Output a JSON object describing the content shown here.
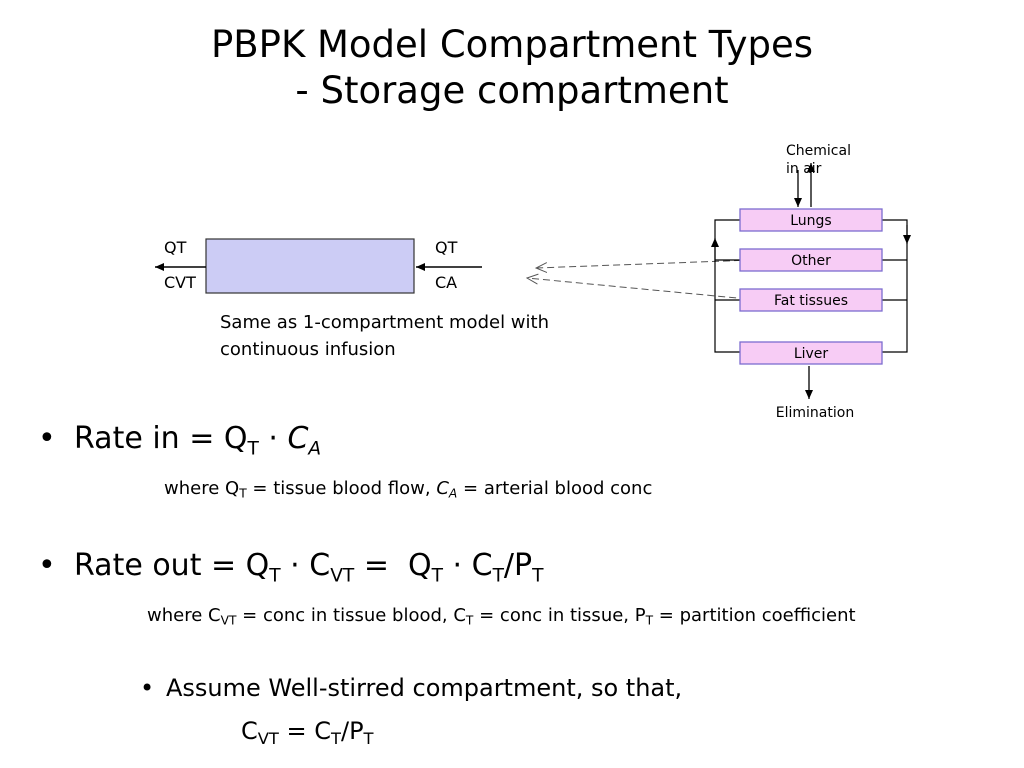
{
  "title": {
    "line1": "PBPK Model Compartment Types",
    "line2": "- Storage compartment"
  },
  "compartment": {
    "fill_color": "#ccccf5",
    "qt_left": "QT",
    "cvt": "CVT",
    "qt_right": "QT",
    "ca": "CA"
  },
  "note": {
    "line1": "Same as 1-compartment model with",
    "line2": "continuous infusion"
  },
  "pbpk": {
    "organ_fill": "#f7ccf5",
    "organ_border": "#7c6cd0",
    "chemical_line1": "Chemical",
    "chemical_line2": "in air",
    "organs": [
      "Lungs",
      "Other",
      "Fat tissues",
      "Liver"
    ],
    "elimination": "Elimination"
  },
  "bullets": {
    "marker": "•",
    "rate_in": {
      "prefix": "Rate in = Q",
      "sub_t": "T",
      "dot": " · ",
      "c": "C",
      "sub_a": "A"
    },
    "rate_in_where": {
      "p1": "where Q",
      "s1": "T",
      "p2": " = tissue blood flow, ",
      "c": "C",
      "s2": "A",
      "p3": " = arterial blood conc"
    },
    "rate_out": {
      "prefix": "Rate out = Q",
      "s1": "T",
      "dot1": " · C",
      "s2": "VT",
      "eq": " =  Q",
      "s3": "T",
      "dot2": " · C",
      "s4": "T",
      "slash": "/P",
      "s5": "T"
    },
    "rate_out_where": {
      "p1": "where C",
      "s1": "VT",
      "p2": " = conc in tissue blood, C",
      "s2": "T",
      "p3": " = conc in tissue, P",
      "s3": "T",
      "p4": " = partition coefficient"
    },
    "assume": {
      "marker": "•",
      "text": "Assume Well-stirred compartment, so that,",
      "eq_c": "C",
      "eq_s1": "VT",
      "eq_mid": " = C",
      "eq_s2": "T",
      "eq_slash": "/P",
      "eq_s3": "T"
    }
  }
}
